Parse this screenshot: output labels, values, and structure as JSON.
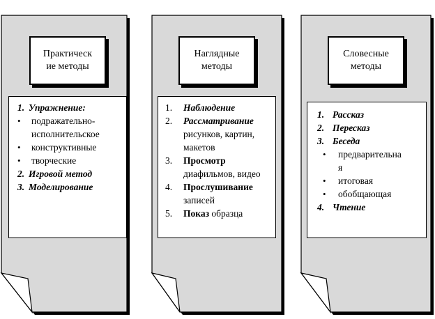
{
  "columns": [
    {
      "title": "Практическ\nие методы",
      "items": [
        {
          "marker": "1.",
          "text": "Упражнение:",
          "style": "bi"
        },
        {
          "marker": "•",
          "text": "подражательно-исполнительское",
          "style": "plain"
        },
        {
          "marker": "•",
          "text": "конструктивные",
          "style": "plain"
        },
        {
          "marker": "•",
          "text": "творческие",
          "style": "plain"
        },
        {
          "marker": "2.",
          "text": "Игровой метод",
          "style": "bi"
        },
        {
          "marker": "3.",
          "text": "Моделирование",
          "style": "bi"
        }
      ]
    },
    {
      "title": "Наглядные\nметоды",
      "items": [
        {
          "marker": "1.",
          "bold": "Наблюдение",
          "rest": "",
          "style": "bi"
        },
        {
          "marker": "2.",
          "bold": "Рассматривание",
          "rest": " рисунков, картин, макетов",
          "style": "bi"
        },
        {
          "marker": "3.",
          "bold": "Просмотр",
          "rest": " диафильмов, видео",
          "style": "b"
        },
        {
          "marker": "4.",
          "bold": "Прослушивание",
          "rest": " записей",
          "style": "b"
        },
        {
          "marker": "5.",
          "bold": "Показ",
          "rest": " образца",
          "style": "b"
        }
      ]
    },
    {
      "title": "Словесные\nметоды",
      "items": [
        {
          "marker": "1.",
          "text": "Рассказ",
          "style": "bi"
        },
        {
          "marker": "2.",
          "text": "Пересказ",
          "style": "bi"
        },
        {
          "marker": "3.",
          "text": "Беседа",
          "style": "bi"
        },
        {
          "marker": "•",
          "text": "предварительная",
          "style": "plain"
        },
        {
          "marker": "•",
          "text": "итоговая",
          "style": "plain"
        },
        {
          "marker": "•",
          "text": "обобщающая",
          "style": "plain"
        },
        {
          "marker": "4.",
          "text": "Чтение",
          "style": "bi"
        }
      ]
    }
  ]
}
